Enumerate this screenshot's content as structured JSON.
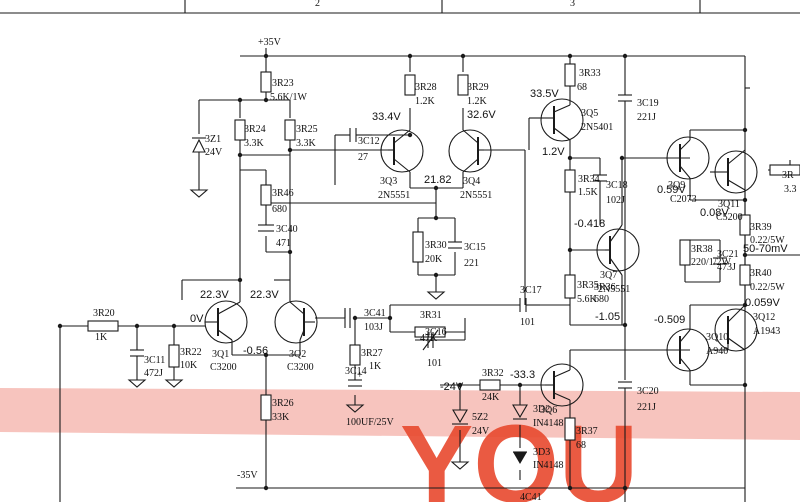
{
  "colors": {
    "line": "#1a1a1a",
    "watermark_band": "#f2a7a0",
    "watermark_text": "#e9492f",
    "background": "#ffffff"
  },
  "header": {
    "col2": "2",
    "col3": "3"
  },
  "rails": {
    "pos": "+35V",
    "neg": "-35V"
  },
  "components": {
    "R20": {
      "ref": "3R20",
      "val": "1K"
    },
    "C11": {
      "ref": "3C11",
      "val": "472J"
    },
    "R22": {
      "ref": "3R22",
      "val": "10K"
    },
    "Q1": {
      "ref": "3Q1",
      "val": "C3200"
    },
    "Q2": {
      "ref": "3Q2",
      "val": "C3200"
    },
    "R23": {
      "ref": "3R23",
      "val": "5.6K/1W"
    },
    "Z1": {
      "ref": "3Z1",
      "val": "24V"
    },
    "R24": {
      "ref": "3R24",
      "val": "3.3K"
    },
    "R25": {
      "ref": "3R25",
      "val": "3.3K"
    },
    "R46": {
      "ref": "3R46",
      "val": "680"
    },
    "C40": {
      "ref": "3C40",
      "val": "471"
    },
    "C12": {
      "ref": "3C12",
      "val": "27"
    },
    "R28": {
      "ref": "3R28",
      "val": "1.2K"
    },
    "R29": {
      "ref": "3R29",
      "val": "1.2K"
    },
    "Q3": {
      "ref": "3Q3",
      "val": "2N5551"
    },
    "Q4": {
      "ref": "3Q4",
      "val": "2N5551"
    },
    "R30": {
      "ref": "3R30",
      "val": "20K"
    },
    "C15": {
      "ref": "3C15",
      "val": "221"
    },
    "C41": {
      "ref": "3C41",
      "val": "103J"
    },
    "R27": {
      "ref": "3R27",
      "val": "1K"
    },
    "C14": {
      "ref": "3C14",
      "val": "100UF/25V"
    },
    "R26": {
      "ref": "3R26",
      "val": "33K"
    },
    "R31": {
      "ref": "3R31",
      "val": "47K"
    },
    "C16": {
      "ref": "3C16",
      "val": "101"
    },
    "C17": {
      "ref": "3C17",
      "val": "101"
    },
    "R33": {
      "ref": "3R33",
      "val": "68"
    },
    "Q5": {
      "ref": "3Q5",
      "val": "2N5401"
    },
    "C19": {
      "ref": "3C19",
      "val": "221J"
    },
    "R34": {
      "ref": "3R34",
      "val": "1.5K"
    },
    "C18": {
      "ref": "3C18",
      "val": "102J"
    },
    "Q7": {
      "ref": "3Q7",
      "val": "2N5551"
    },
    "R35": {
      "ref": "3R35",
      "val": "5.6K"
    },
    "R36": {
      "ref": "3R36",
      "val": "680"
    },
    "R32": {
      "ref": "3R32",
      "val": "24K"
    },
    "Z2": {
      "ref": "5Z2",
      "val": "24V"
    },
    "D2": {
      "ref": "3D2",
      "val": "IN4148"
    },
    "D3": {
      "ref": "3D3",
      "val": "IN4148"
    },
    "Q6": {
      "ref": "3Q6",
      "val": ""
    },
    "R37": {
      "ref": "3R37",
      "val": "68"
    },
    "C20": {
      "ref": "3C20",
      "val": "221J"
    },
    "C41b": {
      "ref": "4C41",
      "val": ""
    },
    "Q9": {
      "ref": "3Q9",
      "val": "C2073"
    },
    "Q11": {
      "ref": "3Q11",
      "val": "C5200"
    },
    "R38": {
      "ref": "3R38",
      "val": "220/1/2W"
    },
    "C21": {
      "ref": "3C21",
      "val": "473J"
    },
    "R39": {
      "ref": "3R39",
      "val": "0.22/5W"
    },
    "R40": {
      "ref": "3R40",
      "val": "0.22/5W"
    },
    "Q10": {
      "ref": "3Q10",
      "val": "A940"
    },
    "Q12": {
      "ref": "3Q12",
      "val": "A1943"
    },
    "Rx": {
      "ref": "3R",
      "val": "3.3"
    }
  },
  "voltages": {
    "q1_base": "0V",
    "q1_col": "22.3V",
    "q2_col": "22.3V",
    "emit": "-0.56",
    "q3_col": "33.4V",
    "q4_col": "32.6V",
    "tail": "21.82",
    "q5_emit": "33.5V",
    "q5_col": "1.2V",
    "q7_base": "-0.418",
    "q7_emit": "-1.05",
    "q9_base": "0.59V",
    "mid": "0.08V",
    "range": "50-70mV",
    "q12": "0.059V",
    "q10_base": "-0.509",
    "zener": "-24V",
    "q6_base": "-33.3"
  },
  "watermark": {
    "text": "YOU"
  }
}
